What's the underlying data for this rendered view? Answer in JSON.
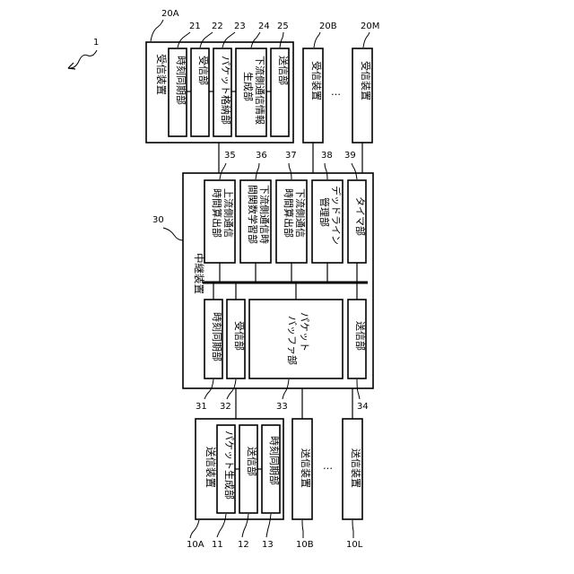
{
  "system_ref": "1",
  "receivers": {
    "a": {
      "ref": "20A",
      "title": "受信装置",
      "parts": [
        {
          "ref": "21",
          "lines": [
            "時刻同期部"
          ]
        },
        {
          "ref": "22",
          "lines": [
            "受信部"
          ]
        },
        {
          "ref": "23",
          "lines": [
            "パケット格納部"
          ]
        },
        {
          "ref": "24",
          "lines": [
            "下流側通信情報",
            "生成部"
          ]
        },
        {
          "ref": "25",
          "lines": [
            "送信部"
          ]
        }
      ]
    },
    "b": {
      "ref": "20B",
      "title": "受信装置"
    },
    "m": {
      "ref": "20M",
      "title": "受信装置"
    },
    "ellipsis": "…"
  },
  "relay": {
    "ref": "30",
    "title": "中継装置",
    "upper_parts": [
      {
        "ref": "35",
        "lines": [
          "上流側通信",
          "時間算出部"
        ]
      },
      {
        "ref": "36",
        "lines": [
          "下流側通信時",
          "間関数学習部"
        ]
      },
      {
        "ref": "37",
        "lines": [
          "下流側通信",
          "時間算出部"
        ]
      },
      {
        "ref": "38",
        "lines": [
          "デッドライン",
          "管理部"
        ]
      },
      {
        "ref": "39",
        "lines": [
          "タイマ部"
        ]
      }
    ],
    "lower_parts": [
      {
        "ref": "31",
        "lines": [
          "時刻同期部"
        ]
      },
      {
        "ref": "32",
        "lines": [
          "受信部"
        ]
      },
      {
        "ref": "33",
        "lines": [
          "パケット",
          "バッファ部"
        ]
      },
      {
        "ref": "34",
        "lines": [
          "送信部"
        ]
      }
    ]
  },
  "senders": {
    "a": {
      "ref": "10A",
      "title": "送信装置",
      "parts": [
        {
          "ref": "11",
          "lines": [
            "パケット生成部"
          ]
        },
        {
          "ref": "12",
          "lines": [
            "送信部"
          ]
        },
        {
          "ref": "13",
          "lines": [
            "時刻同期部"
          ]
        }
      ]
    },
    "b": {
      "ref": "10B",
      "title": "送信装置"
    },
    "l": {
      "ref": "10L",
      "title": "送信装置"
    },
    "ellipsis": "…"
  }
}
